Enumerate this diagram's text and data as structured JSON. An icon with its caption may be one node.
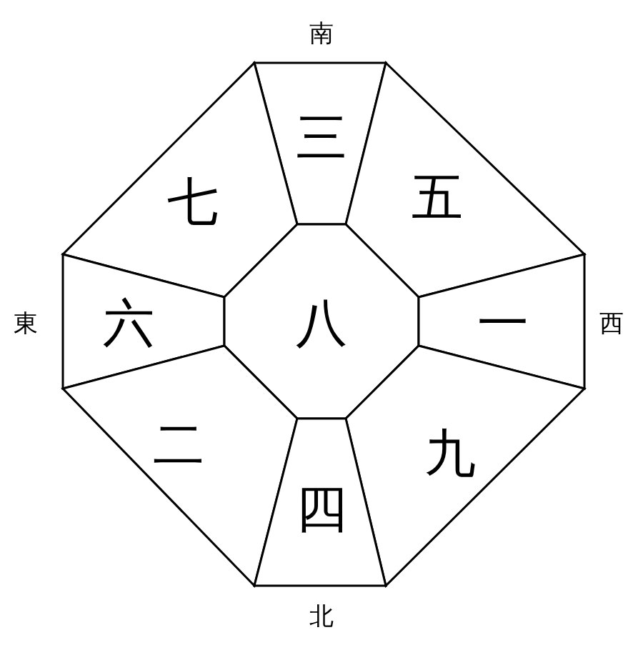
{
  "diagram": {
    "nodes": [
      {
        "text": [
          "三"
        ]
      },
      {
        "text": [
          "七"
        ]
      },
      {
        "text": [
          "五"
        ]
      },
      {
        "text": [
          "六"
        ]
      },
      {
        "text": [
          "八"
        ]
      },
      {
        "text": [
          "一"
        ]
      },
      {
        "text": [
          "二"
        ]
      },
      {
        "text": [
          "九"
        ]
      },
      {
        "text": [
          "四"
        ]
      }
    ],
    "labels": [
      "南",
      "東",
      "西",
      "北"
    ]
  }
}
